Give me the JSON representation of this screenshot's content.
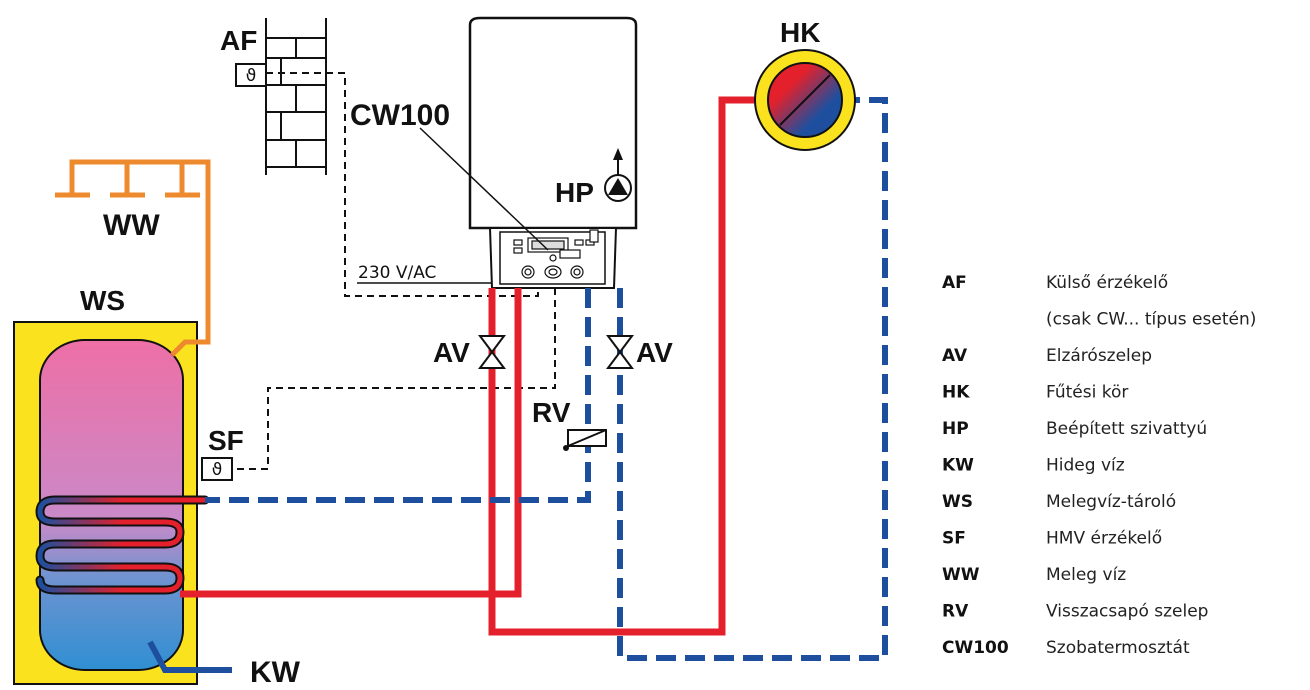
{
  "labels": {
    "af": "AF",
    "hk": "HK",
    "cw100": "CW100",
    "hp": "HP",
    "ww": "WW",
    "ws": "WS",
    "av_left": "AV",
    "av_right": "AV",
    "rv": "RV",
    "sf": "SF",
    "kw": "KW",
    "voltage": "230 V/AC",
    "sensor_symbol": "ϑ"
  },
  "legend": [
    {
      "abbr": "AF",
      "desc": "Külső érzékelő"
    },
    {
      "abbr": "",
      "desc": "(csak CW... típus esetén)"
    },
    {
      "abbr": "AV",
      "desc": "Elzárószelep"
    },
    {
      "abbr": "HK",
      "desc": "Fűtési kör"
    },
    {
      "abbr": "HP",
      "desc": "Beépített szivattyú"
    },
    {
      "abbr": "KW",
      "desc": "Hideg víz"
    },
    {
      "abbr": "WS",
      "desc": "Melegvíz-tároló"
    },
    {
      "abbr": "SF",
      "desc": "HMV érzékelő"
    },
    {
      "abbr": "WW",
      "desc": "Meleg víz"
    },
    {
      "abbr": "RV",
      "desc": "Visszacsapó szelep"
    },
    {
      "abbr": "CW100",
      "desc": "Szobatermosztát"
    }
  ],
  "colors": {
    "supply": "#e3202b",
    "return": "#1d4f9e",
    "hot_water": "#ee8a2e",
    "tank_outer": "#fbe21e",
    "tank_top": "#ee6fa6",
    "tank_bottom": "#2f8fd2",
    "line": "#111111"
  }
}
